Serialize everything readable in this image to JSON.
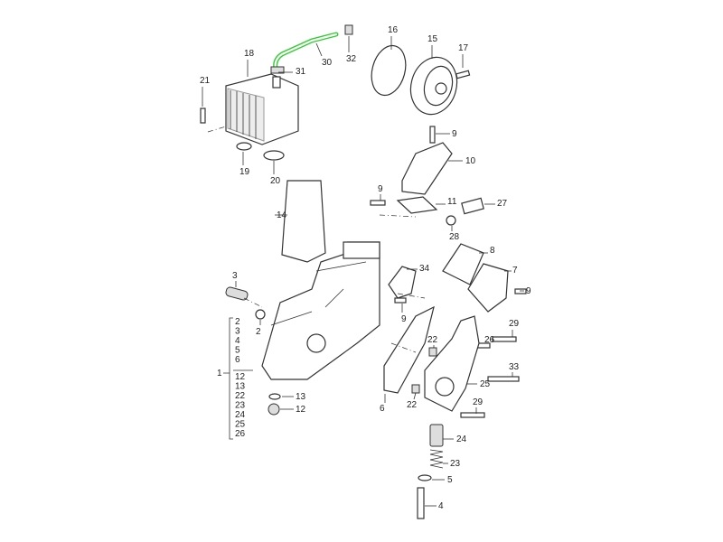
{
  "diagram": {
    "highlight_color": "#33cc33",
    "callouts": [
      "18",
      "31",
      "30",
      "32",
      "16",
      "15",
      "17",
      "21",
      "19",
      "20",
      "9",
      "10",
      "14",
      "9",
      "11",
      "27",
      "28",
      "8",
      "34",
      "7",
      "9",
      "3",
      "2",
      "9",
      "22",
      "26",
      "29",
      "33",
      "25",
      "22",
      "6",
      "29",
      "24",
      "23",
      "5",
      "4",
      "13",
      "12",
      "1"
    ],
    "assembly_group": {
      "label": "1",
      "items_upper": [
        "2",
        "3",
        "4",
        "5",
        "6"
      ],
      "items_lower": [
        "12",
        "13",
        "22",
        "23",
        "24",
        "25",
        "26"
      ]
    }
  }
}
